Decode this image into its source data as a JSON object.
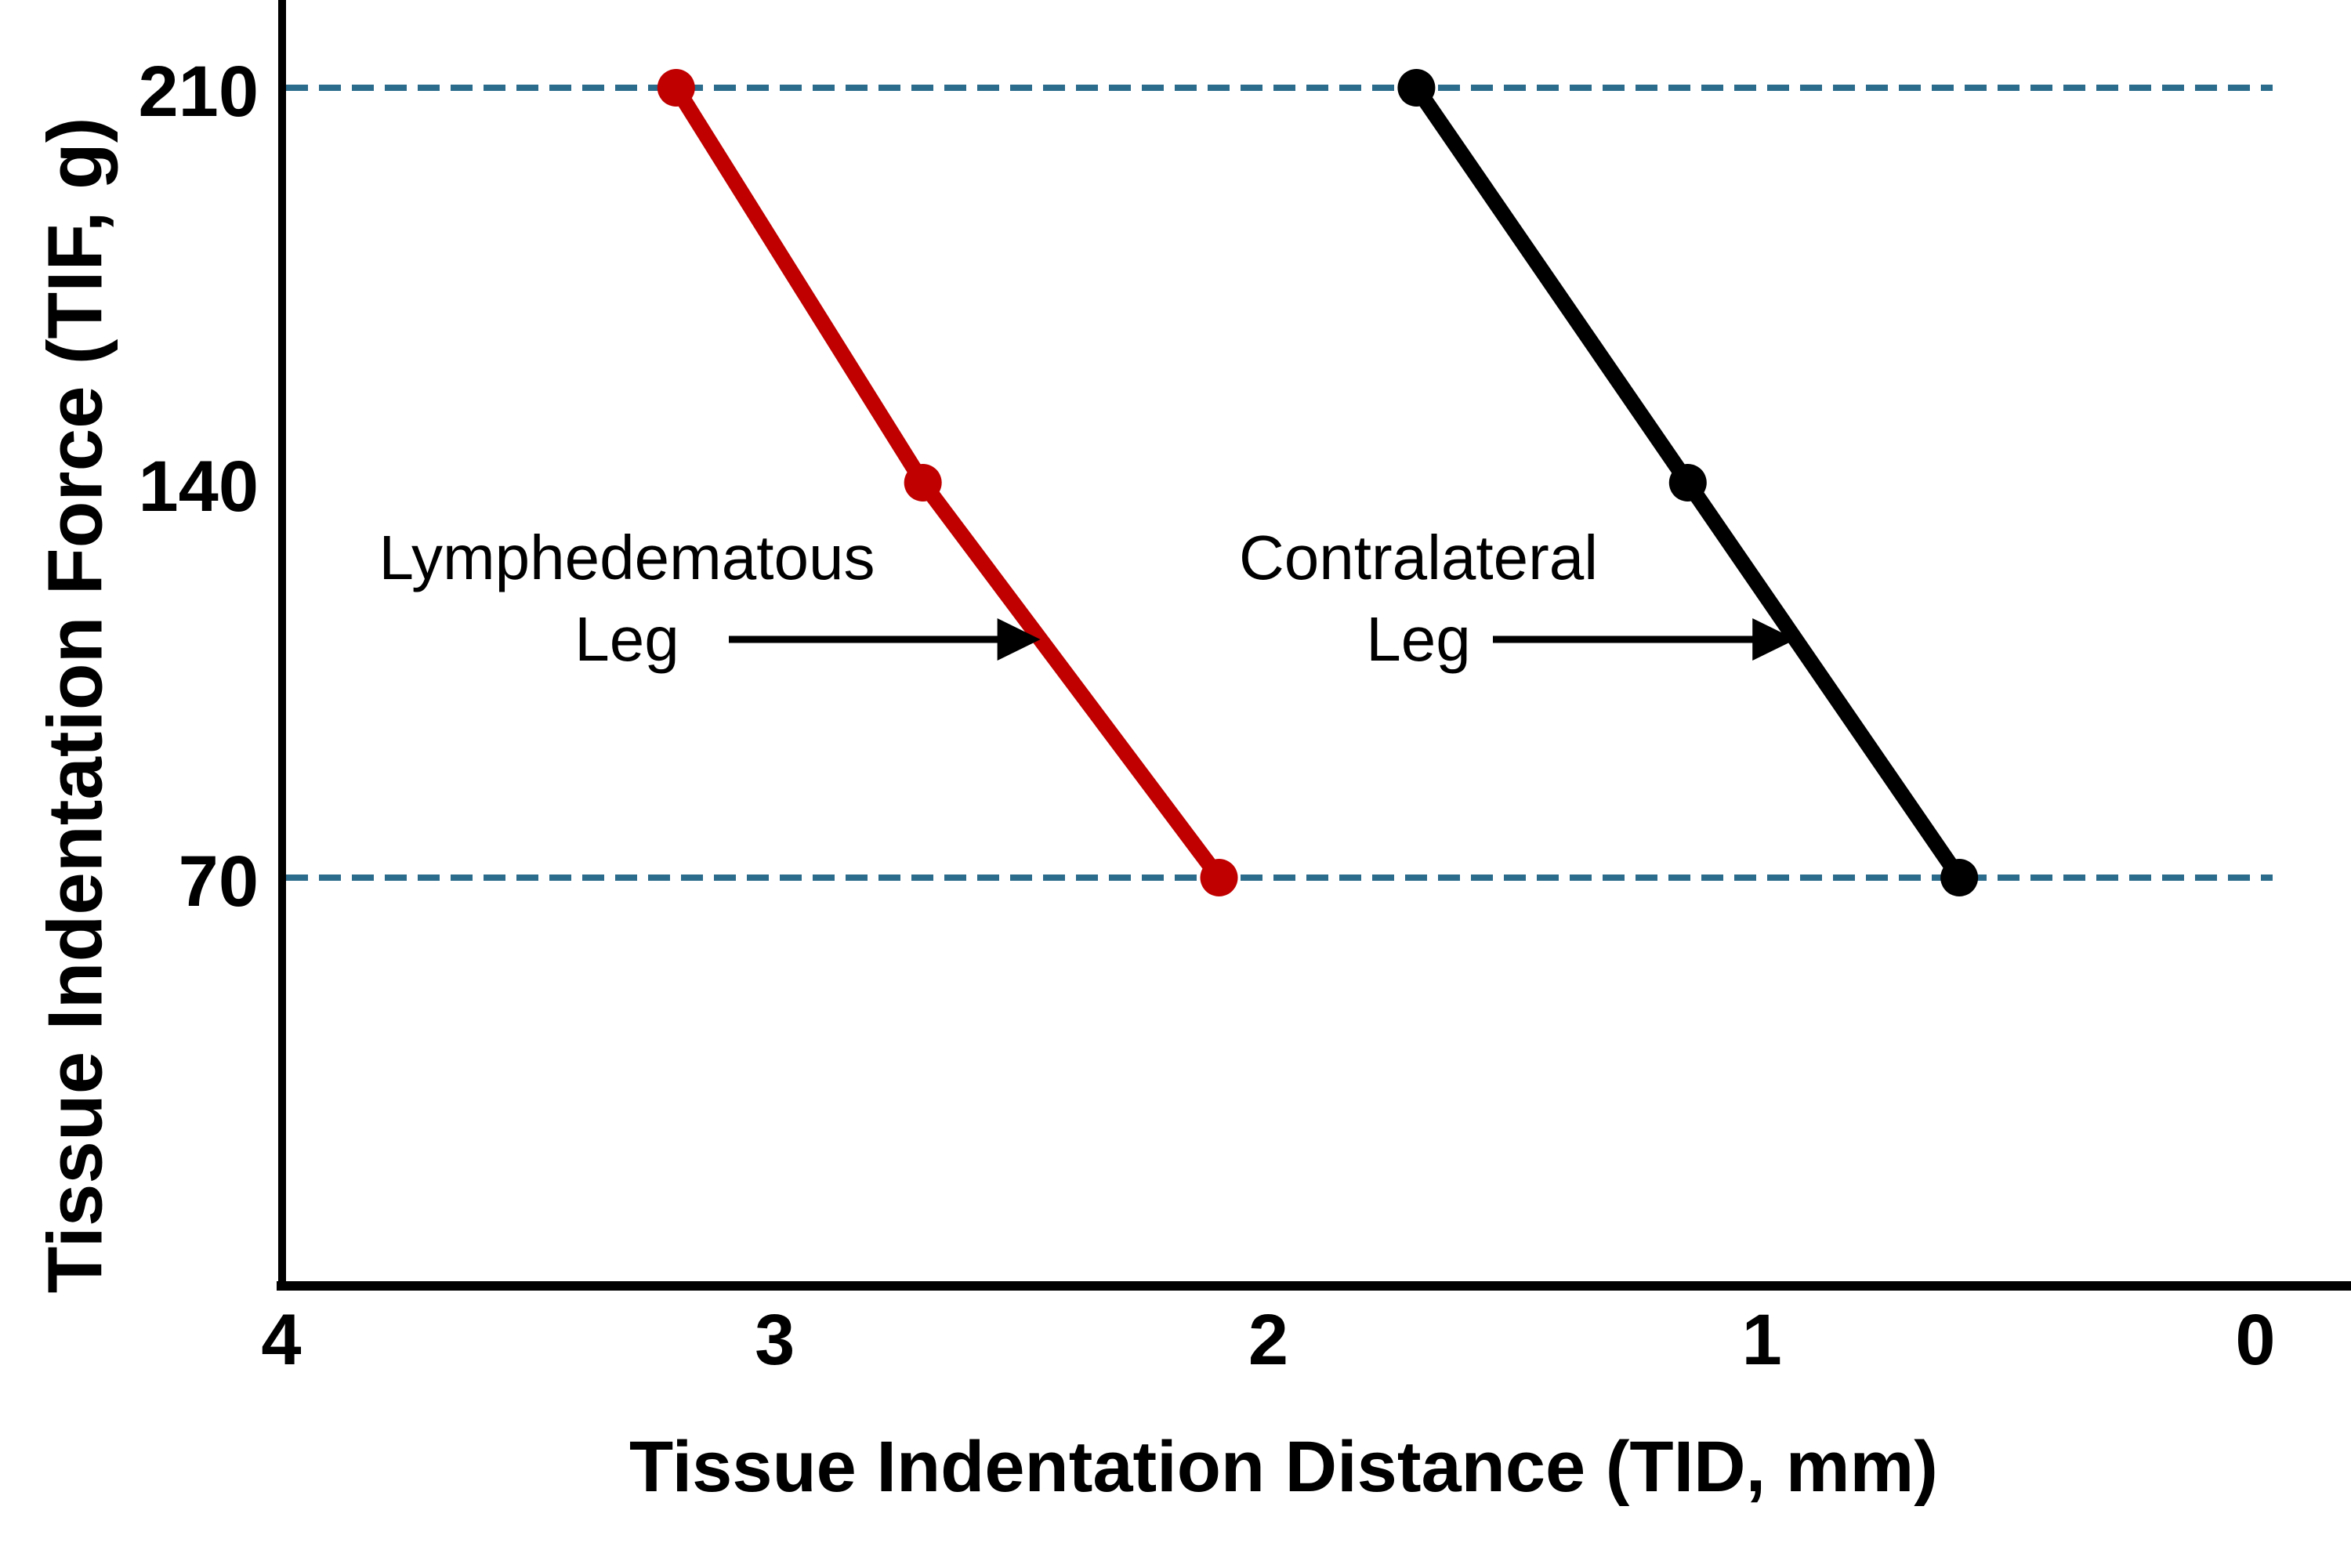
{
  "chart_data": {
    "type": "line",
    "title": "",
    "xlabel": "Tissue Indentation Distance (TID, mm)",
    "ylabel": "Tissue Indentation Force (TIF, g)",
    "x_ticks": [
      "4",
      "3",
      "2",
      "1",
      "0"
    ],
    "x_tick_values": [
      4,
      3,
      2,
      1,
      0
    ],
    "y_ticks": [
      "210",
      "140",
      "70"
    ],
    "y_tick_values": [
      210,
      140,
      70
    ],
    "xlim": [
      4,
      0
    ],
    "x_axis_reversed": true,
    "grid": false,
    "legend_position": "none",
    "reference_lines": [
      {
        "axis": "y",
        "value": 210,
        "style": "dashed",
        "color": "#2B6B8C"
      },
      {
        "axis": "y",
        "value": 70,
        "style": "dashed",
        "color": "#2B6B8C"
      }
    ],
    "series": [
      {
        "name": "Lymphedematous Leg",
        "color": "#C00000",
        "marker": "circle",
        "x": [
          3.2,
          2.7,
          2.1
        ],
        "y": [
          210,
          140,
          70
        ]
      },
      {
        "name": "Contralateral Leg",
        "color": "#000000",
        "marker": "circle",
        "x": [
          1.7,
          1.15,
          0.6
        ],
        "y": [
          210,
          140,
          70
        ]
      }
    ],
    "annotations": [
      {
        "text_line1": "Lymphedematous",
        "text_line2": "Leg",
        "target_series": "Lymphedematous Leg",
        "arrow_direction": "right",
        "arrow_color": "#000000"
      },
      {
        "text_line1": "Contralateral",
        "text_line2": "Leg",
        "target_series": "Contralateral Leg",
        "arrow_direction": "right",
        "arrow_color": "#000000"
      }
    ]
  },
  "colors": {
    "background": "#FFFFFF",
    "axis": "#000000",
    "red_series": "#C00000",
    "black_series": "#000000",
    "dashed_reference": "#2B6B8C",
    "text": "#000000"
  }
}
